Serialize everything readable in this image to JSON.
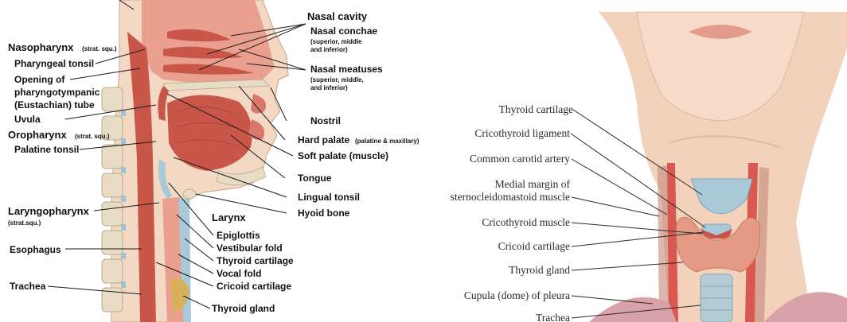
{
  "left_figure": {
    "section_headings": {
      "nasopharynx": "Nasopharynx",
      "nasopharynx_note": "(strat. squ.)",
      "oropharynx": "Oropharynx",
      "oropharynx_note": "(strat. squ.)",
      "laryngopharynx": "Laryngopharynx",
      "laryngopharynx_note": "(strat.squ.)",
      "nasal_cavity": "Nasal cavity",
      "larynx": "Larynx"
    },
    "labels": {
      "pharyngeal_tonsil": "Pharyngeal tonsil",
      "opening_line1": "Opening of",
      "opening_line2": "pharyngotympanic",
      "opening_line3": "(Eustachian) tube",
      "uvula": "Uvula",
      "palatine_tonsil": "Palatine tonsil",
      "esophagus": "Esophagus",
      "trachea": "Trachea",
      "nasal_conchae": "Nasal conchae",
      "nasal_conchae_note1": "(superior, middle",
      "nasal_conchae_note2": "and inferior)",
      "nasal_meatuses": "Nasal meatuses",
      "nasal_meatuses_note1": "(superior, middle,",
      "nasal_meatuses_note2": "and inferior)",
      "nostril": "Nostril",
      "hard_palate": "Hard palate",
      "hard_palate_note": "(palatine & maxillary)",
      "soft_palate": "Soft palate (muscle)",
      "tongue": "Tongue",
      "lingual_tonsil": "Lingual tonsil",
      "hyoid_bone": "Hyoid bone",
      "epiglottis": "Epiglottis",
      "vestibular_fold": "Vestibular fold",
      "thyroid_cartilage": "Thyroid cartilage",
      "vocal_fold": "Vocal fold",
      "cricoid_cartilage": "Cricoid cartilage",
      "thyroid_gland": "Thyroid gland"
    }
  },
  "right_figure": {
    "labels": {
      "thyroid_cartilage": "Thyroid cartilage",
      "cricothyroid_ligament": "Cricothyroid ligament",
      "common_carotid_artery": "Common carotid artery",
      "medial_margin_line1": "Medial margin of",
      "medial_margin_line2": "sternocleidomastoid muscle",
      "cricothyroid_muscle": "Cricothyroid muscle",
      "cricoid_cartilage": "Cricoid cartilage",
      "thyroid_gland": "Thyroid gland",
      "cupula_pleura": "Cupula (dome) of pleura",
      "trachea": "Trachea"
    }
  },
  "colors": {
    "muscle": "#c8574a",
    "mucosa": "#e9a08f",
    "bone": "#e8dcc4",
    "cartilage": "#a9c8d8",
    "thyroid": "#e59a86",
    "skin": "#f2d2bb",
    "artery": "#d9584f"
  }
}
